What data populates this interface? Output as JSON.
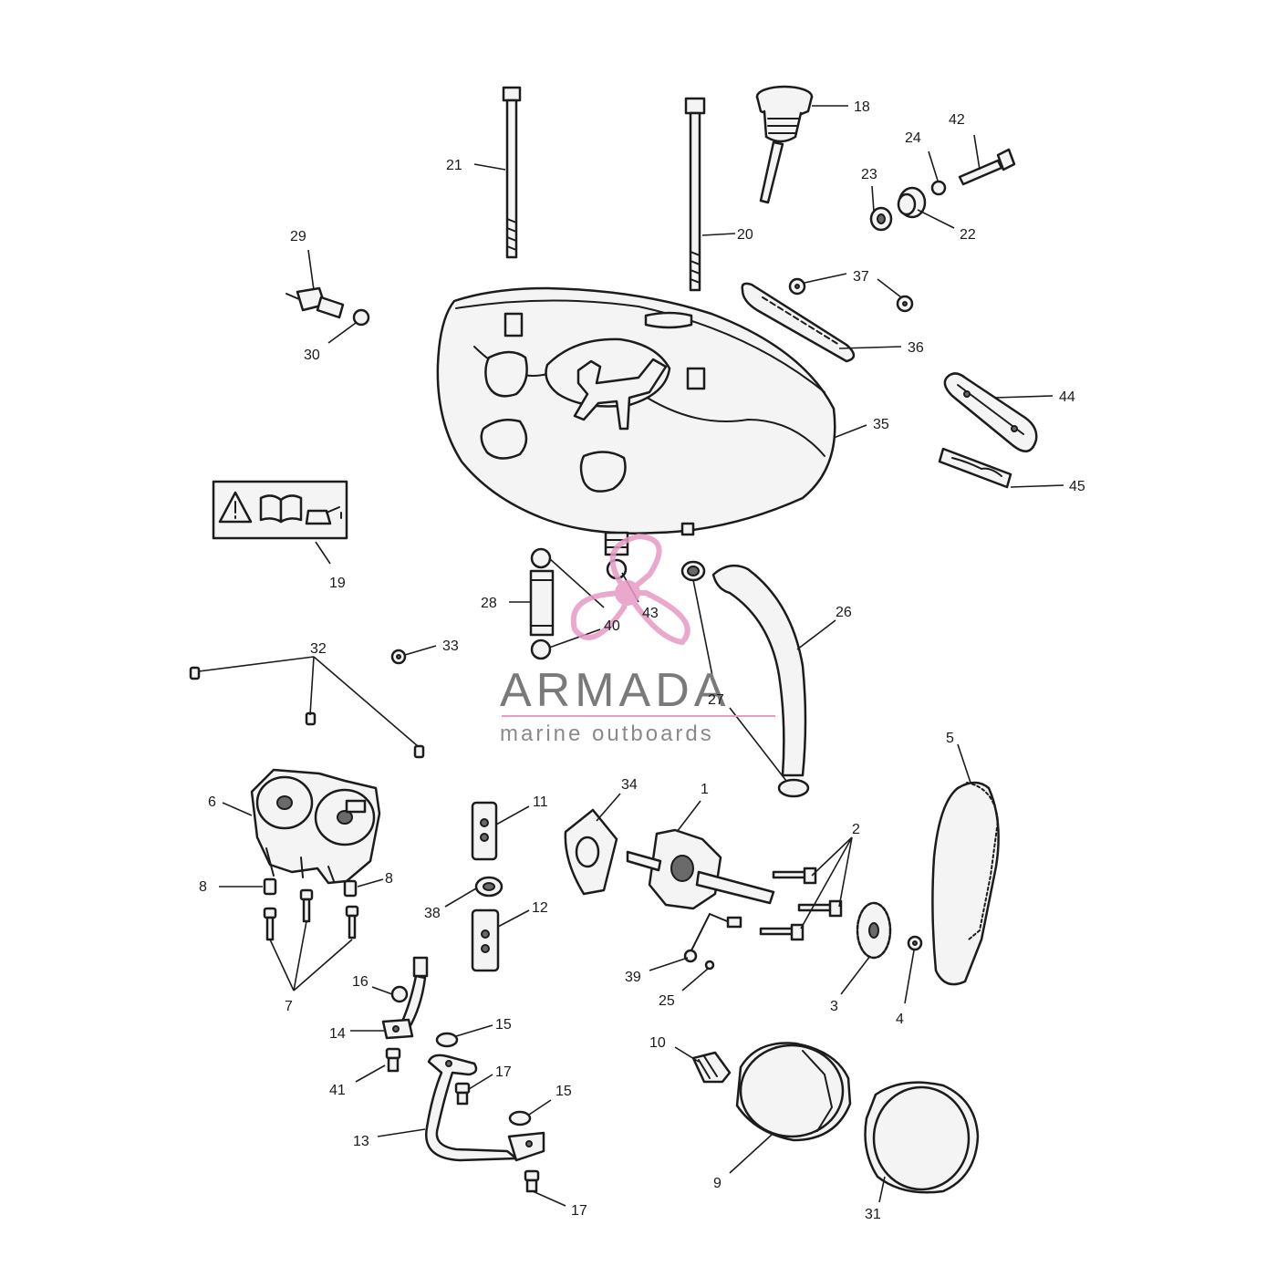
{
  "callouts": [
    {
      "id": "18",
      "label": "18"
    },
    {
      "id": "21",
      "label": "21"
    },
    {
      "id": "20",
      "label": "20"
    },
    {
      "id": "42",
      "label": "42"
    },
    {
      "id": "24",
      "label": "24"
    },
    {
      "id": "23",
      "label": "23"
    },
    {
      "id": "22",
      "label": "22"
    },
    {
      "id": "29",
      "label": "29"
    },
    {
      "id": "30",
      "label": "30"
    },
    {
      "id": "37",
      "label": "37"
    },
    {
      "id": "36",
      "label": "36"
    },
    {
      "id": "44",
      "label": "44"
    },
    {
      "id": "35",
      "label": "35"
    },
    {
      "id": "45",
      "label": "45"
    },
    {
      "id": "19",
      "label": "19"
    },
    {
      "id": "28",
      "label": "28"
    },
    {
      "id": "43",
      "label": "43"
    },
    {
      "id": "40",
      "label": "40"
    },
    {
      "id": "26",
      "label": "26"
    },
    {
      "id": "33",
      "label": "33"
    },
    {
      "id": "32",
      "label": "32"
    },
    {
      "id": "27",
      "label": "27"
    },
    {
      "id": "5",
      "label": "5"
    },
    {
      "id": "6",
      "label": "6"
    },
    {
      "id": "11",
      "label": "11"
    },
    {
      "id": "34",
      "label": "34"
    },
    {
      "id": "1",
      "label": "1"
    },
    {
      "id": "2",
      "label": "2"
    },
    {
      "id": "8a",
      "label": "8"
    },
    {
      "id": "8b",
      "label": "8"
    },
    {
      "id": "38",
      "label": "38"
    },
    {
      "id": "12",
      "label": "12"
    },
    {
      "id": "7",
      "label": "7"
    },
    {
      "id": "16",
      "label": "16"
    },
    {
      "id": "14",
      "label": "14"
    },
    {
      "id": "39",
      "label": "39"
    },
    {
      "id": "25",
      "label": "25"
    },
    {
      "id": "3",
      "label": "3"
    },
    {
      "id": "4",
      "label": "4"
    },
    {
      "id": "15a",
      "label": "15"
    },
    {
      "id": "10",
      "label": "10"
    },
    {
      "id": "41",
      "label": "41"
    },
    {
      "id": "17a",
      "label": "17"
    },
    {
      "id": "15b",
      "label": "15"
    },
    {
      "id": "13",
      "label": "13"
    },
    {
      "id": "9",
      "label": "9"
    },
    {
      "id": "31",
      "label": "31"
    },
    {
      "id": "17b",
      "label": "17"
    }
  ],
  "watermark": {
    "brand": "ARMADA",
    "tagline": "marine outboards",
    "accent_color": "#e79ac4",
    "text_color": "#7a7a7a"
  },
  "warning_label_icons": [
    "warning-triangle-icon",
    "manual-book-icon",
    "oil-can-icon"
  ]
}
